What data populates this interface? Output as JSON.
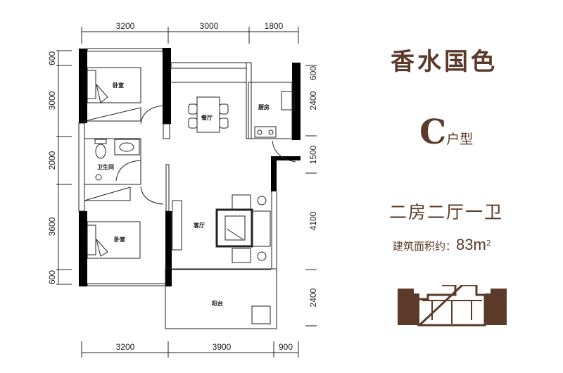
{
  "brand": {
    "title": "香水国色"
  },
  "unit": {
    "letter": "C",
    "suffix": "户型"
  },
  "layout": {
    "text": "二房二厅一卫"
  },
  "area": {
    "label": "建筑面积约：",
    "value": "83",
    "unit": "m",
    "exp": "2"
  },
  "dimensions": {
    "top": [
      "3200",
      "3000",
      "1800"
    ],
    "bottom": [
      "3200",
      "3900",
      "900"
    ],
    "left": [
      "600",
      "3000",
      "2000",
      "3600",
      "600"
    ],
    "right": [
      "600",
      "2400",
      "1500",
      "4100",
      "2400"
    ]
  },
  "rooms": {
    "bedroom1": "卧室",
    "dining": "餐厅",
    "kitchen": "厨房",
    "bathroom": "卫生间",
    "living": "客厅",
    "bedroom2": "卧室",
    "balcony": "阳台"
  },
  "colors": {
    "brand": "#5b3a29",
    "wall": "#000000"
  }
}
